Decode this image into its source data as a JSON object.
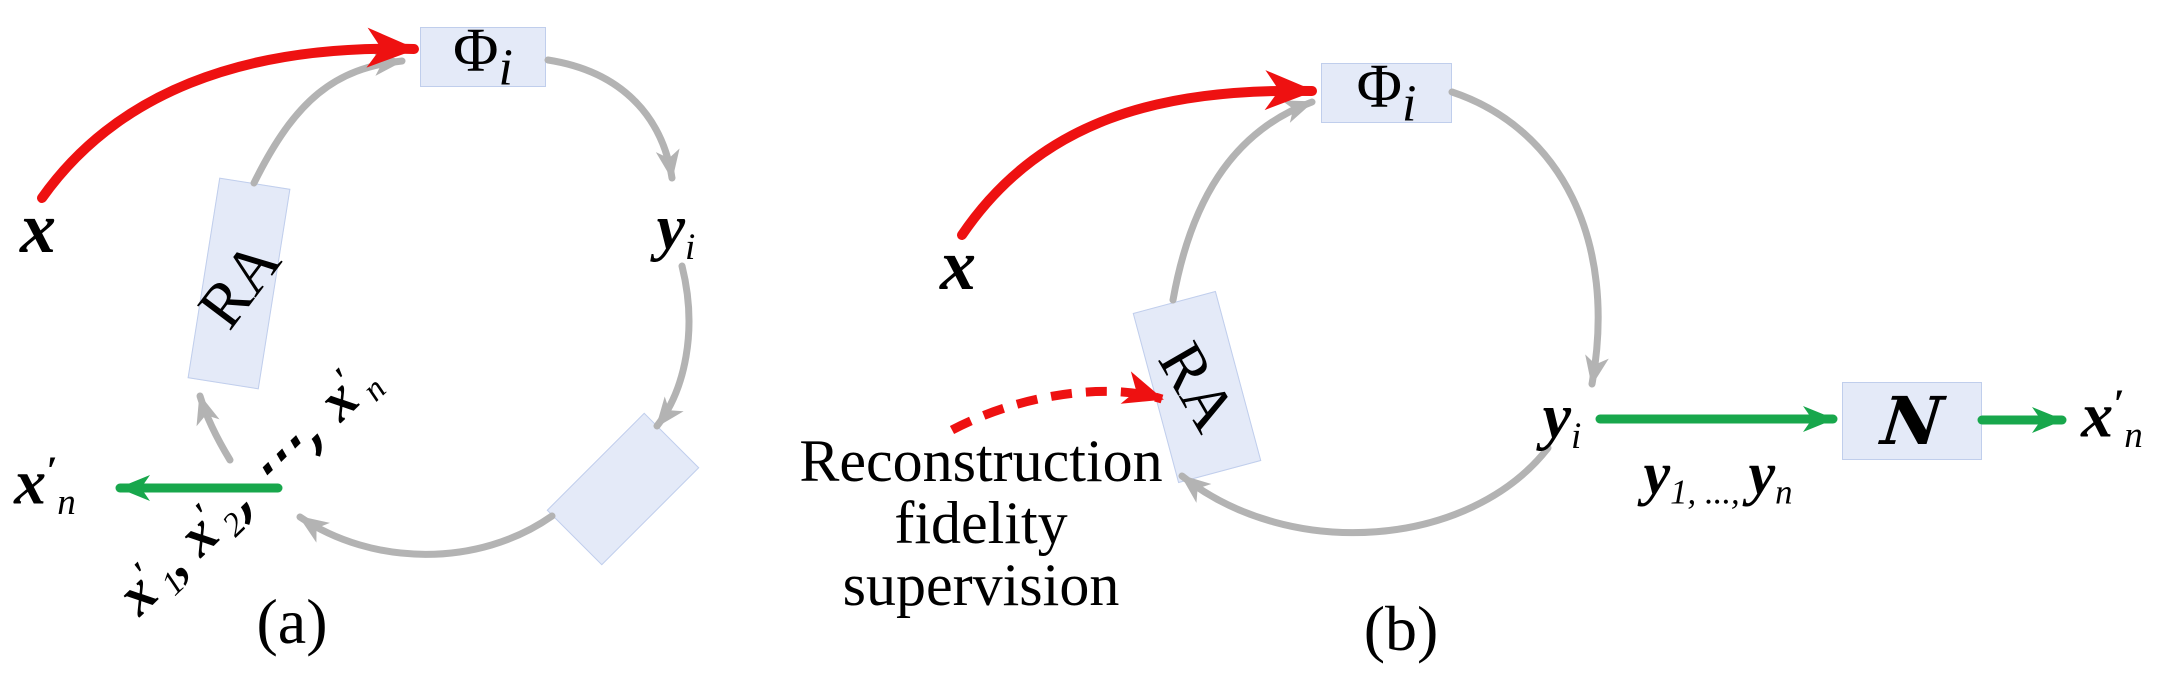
{
  "figure": {
    "description_colors": {
      "node_fill": "#e4eaf8",
      "gray_arc": "#b3b3b3",
      "red_arrow": "#ee1111",
      "green_arrow": "#18a74c",
      "text": "#000000"
    }
  },
  "panel_a": {
    "caption": "(a)",
    "phi": {
      "base": "Φ",
      "sub": "i"
    },
    "ra": "RA",
    "input_label": "x",
    "code_label": {
      "base": "y",
      "sub": "i"
    },
    "output_label": {
      "base": "x",
      "prime": "′",
      "sub": "n"
    },
    "seq": {
      "b1": "x",
      "p1": "′",
      "s1": "1",
      "c1": ", ",
      "b2": "x",
      "p2": "′",
      "s2": "2",
      "c2": ", ⋯, ",
      "b3": "x",
      "p3": "′",
      "s3": "n"
    }
  },
  "panel_b": {
    "caption": "(b)",
    "phi": {
      "base": "Φ",
      "sub": "i"
    },
    "ra": "RA",
    "n_node": "N",
    "input_label": "x",
    "code_label": {
      "base": "y",
      "sub": "i"
    },
    "code_seq": {
      "b1": "y",
      "s1": "1, ..., ",
      "b2": "y",
      "s2": "n"
    },
    "output_label": {
      "base": "x",
      "prime": "′",
      "sub": "n"
    },
    "supervision_lines": [
      "Reconstruction",
      "fidelity",
      "supervision"
    ]
  }
}
